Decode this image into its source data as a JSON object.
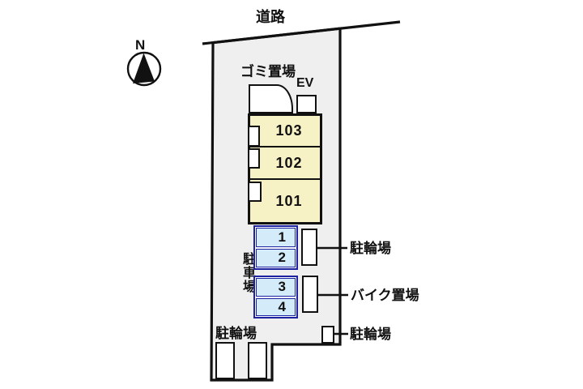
{
  "diagram": {
    "road_label": "道路",
    "compass": {
      "north_label": "N"
    },
    "garbage_area_label": "ゴミ置場",
    "elevator_label": "EV",
    "building_units": [
      {
        "number": "103"
      },
      {
        "number": "102"
      },
      {
        "number": "101"
      }
    ],
    "car_parking_label": "駐車場",
    "car_parking_stalls": [
      {
        "number": "1"
      },
      {
        "number": "2"
      },
      {
        "number": "3"
      },
      {
        "number": "4"
      }
    ],
    "bicycle_parking_label_left": "駐輪場",
    "callouts": {
      "bicycle_top": "駐輪場",
      "motorcycle": "バイク置場",
      "bicycle_bottom": "駐輪場"
    }
  },
  "colors": {
    "line": "#111111",
    "site_fill": "#efefef",
    "building_fill": "#f7f1c6",
    "stall_fill": "#d4ebf9",
    "stall_border": "#1c22a0"
  }
}
